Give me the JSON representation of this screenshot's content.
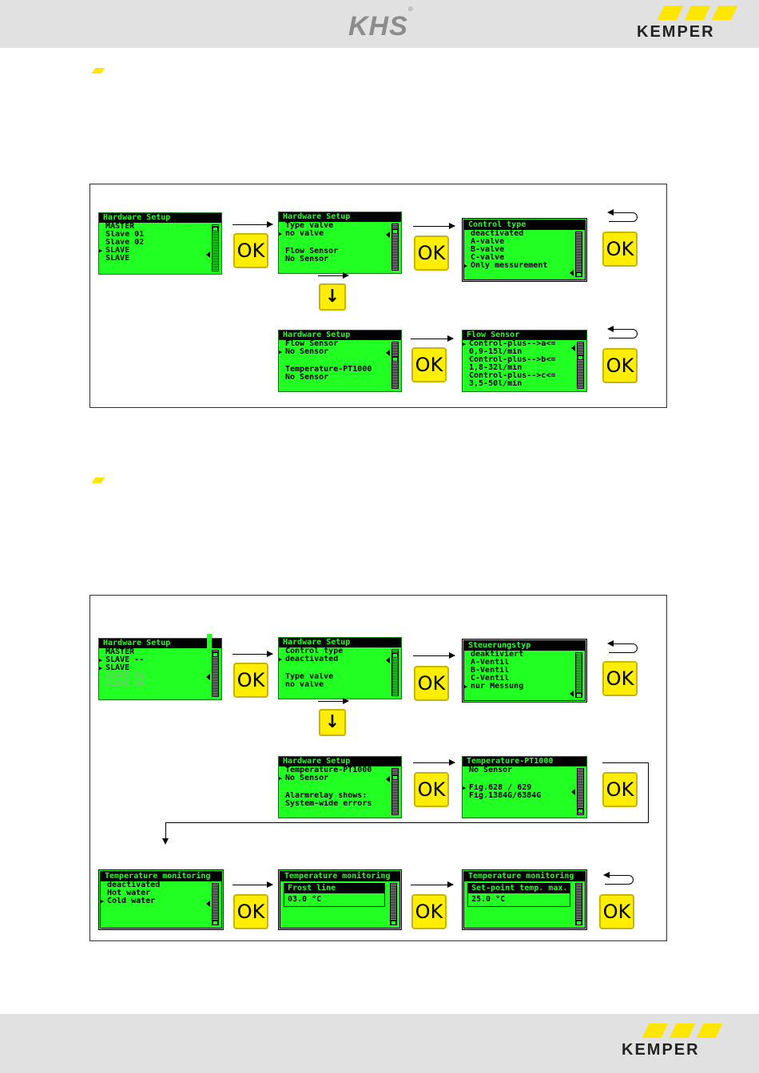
{
  "header": {
    "khs_logo": "KHS",
    "khs_reg": "®",
    "kemper_logo": "KEMPER"
  },
  "footer": {
    "kemper_logo": "KEMPER"
  },
  "colors": {
    "lcd_green": "#22ff22",
    "ok_yellow": "#ffee00",
    "brand_yellow": "#ffe600"
  },
  "icons": {
    "ok_button": "OK",
    "down_button": "↓"
  },
  "screens": {
    "d1_hw1": {
      "title": "Hardware Setup",
      "lines": [
        "MASTER",
        "Slave 01",
        "Slave 02",
        "SLAVE",
        "SLAVE"
      ]
    },
    "d1_hw2": {
      "title": "Hardware Setup",
      "lines": [
        "Type valve",
        "no valve",
        "Flow Sensor",
        "No Sensor"
      ]
    },
    "d1_ctrl": {
      "title": "Control type",
      "lines": [
        "deactivated",
        "A-valve",
        "B-valve",
        "C-valve",
        "Only messurement"
      ]
    },
    "d1_hw3": {
      "title": "Hardware Setup",
      "lines": [
        "Flow Sensor",
        "No Sensor",
        "Temperature-PT1000",
        "No Sensor"
      ]
    },
    "d1_flow": {
      "title": "Flow Sensor",
      "lines": [
        "Control-plus-->a<=",
        "0,9-15l/min",
        "Control-plus-->b<=",
        "1,8-32l/min",
        "Control-plus-->c<=",
        "3,5-50l/min"
      ]
    },
    "d2_hw1": {
      "title": "Hardware Setup",
      "lines": [
        "MASTER",
        "SLAVE --",
        "SLAVE",
        "SLAVE      03",
        "SLAVE      04"
      ]
    },
    "d2_hw2": {
      "title": "Hardware Setup",
      "lines": [
        "Control type",
        "deactivated",
        "Type valve",
        "no valve"
      ]
    },
    "d2_steuer": {
      "title": "Steuerungstyp",
      "lines": [
        "deaktiviert",
        "A-Ventil",
        "B-Ventil",
        "C-Ventil",
        "nur Messung"
      ]
    },
    "d2_hw3": {
      "title": "Hardware Setup",
      "lines": [
        "Temperature-PT1000",
        "No Sensor",
        "Alarmrelay shows:",
        "System-wide errors"
      ]
    },
    "d2_pt": {
      "title": "Temperature-PT1000",
      "lines": [
        "No Sensor",
        "Fig.628 / 629",
        "Fig.1384G/6384G"
      ]
    },
    "d2_tm1": {
      "title": "Temperature monitoring",
      "lines": [
        "deactivated",
        "Hot water",
        "Cold water"
      ]
    },
    "d2_tm2": {
      "title": "Temperature monitoring",
      "sub_title": "Frost line",
      "sub_value": "03.0 °C"
    },
    "d2_tm3": {
      "title": "Temperature monitoring",
      "sub_title": "Set-point temp. max.",
      "sub_value": "25.0 °C"
    }
  }
}
